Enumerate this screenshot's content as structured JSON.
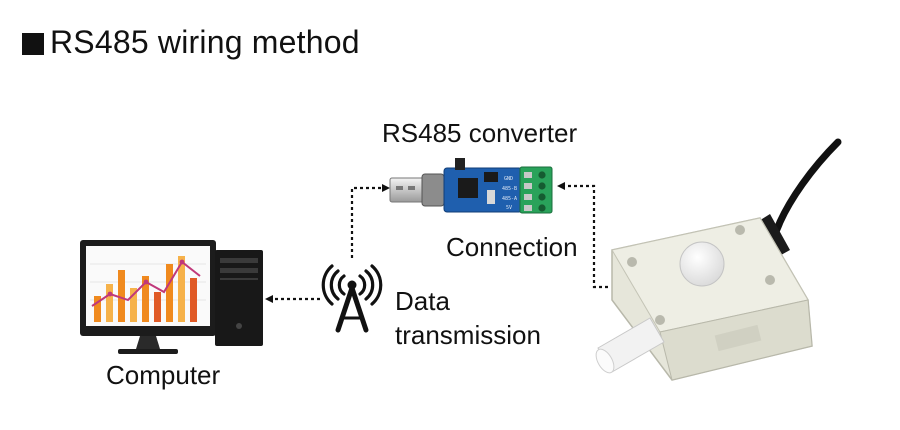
{
  "title": "RS485 wiring method",
  "labels": {
    "converter": "RS485 converter",
    "connection": "Connection",
    "data_line1": "Data",
    "data_line2": "transmission",
    "computer": "Computer"
  },
  "converter_pins": [
    "GND",
    "485-B",
    "485-A",
    "5V"
  ],
  "colors": {
    "text": "#111111",
    "pcb": "#1f5fae",
    "terminal": "#29a25a",
    "sensor_body": "#e6e6da",
    "chart_orange": "#f08a1e",
    "chart_line": "#c0387a"
  }
}
